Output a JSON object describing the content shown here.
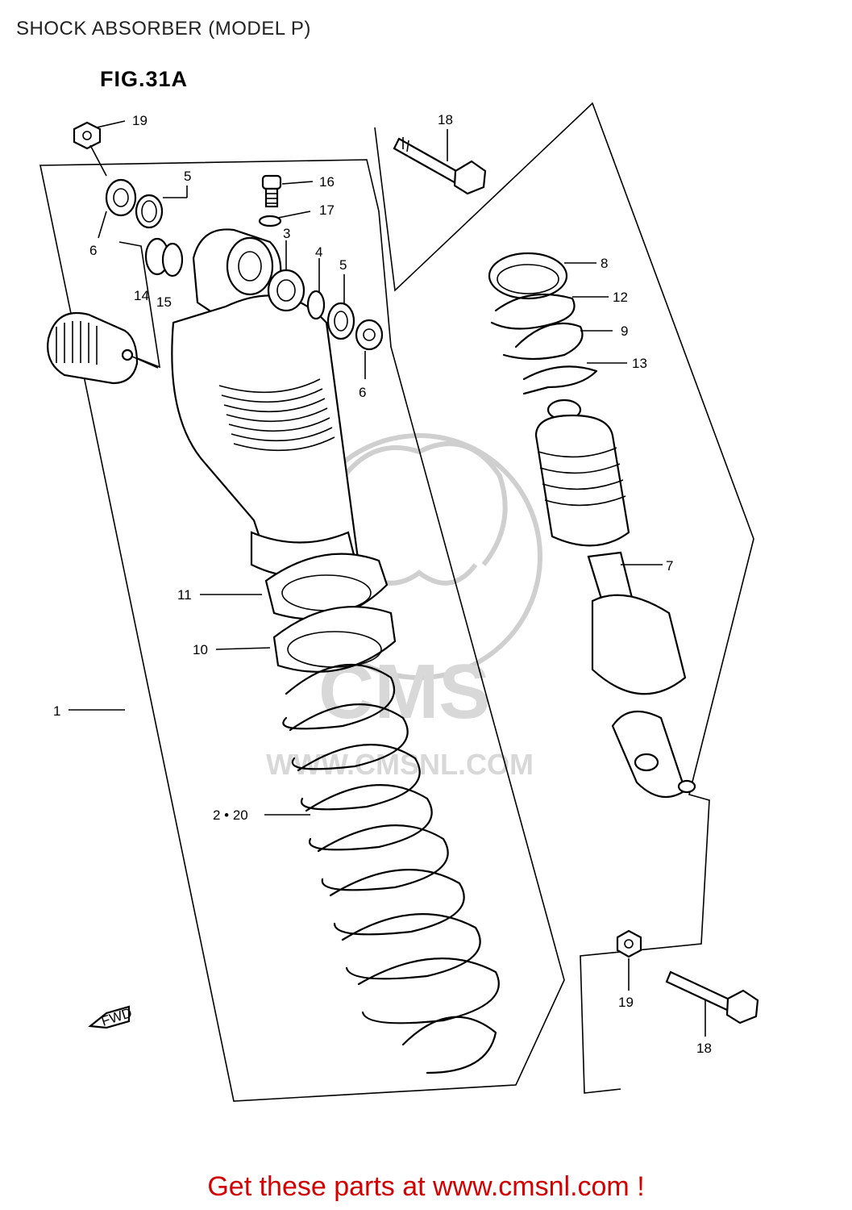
{
  "page_title": "SHOCK ABSORBER (MODEL P)",
  "figure_label": "FIG.31A",
  "callouts": {
    "c19a": "19",
    "c5a": "5",
    "c6a": "6",
    "c14": "14",
    "c15": "15",
    "c16": "16",
    "c17": "17",
    "c3": "3",
    "c4": "4",
    "c5b": "5",
    "c6b": "6",
    "c18a": "18",
    "c8": "8",
    "c12": "12",
    "c9": "9",
    "c13": "13",
    "c7": "7",
    "c11": "11",
    "c10": "10",
    "c1": "1",
    "c2_20": "2 • 20",
    "c19b": "19",
    "c18b": "18"
  },
  "fwd_marker": "FWD",
  "watermark": {
    "brand": "CMS",
    "url": "WWW.CMSNL.COM"
  },
  "footer_text": "Get these parts at www.cmsnl.com !"
}
